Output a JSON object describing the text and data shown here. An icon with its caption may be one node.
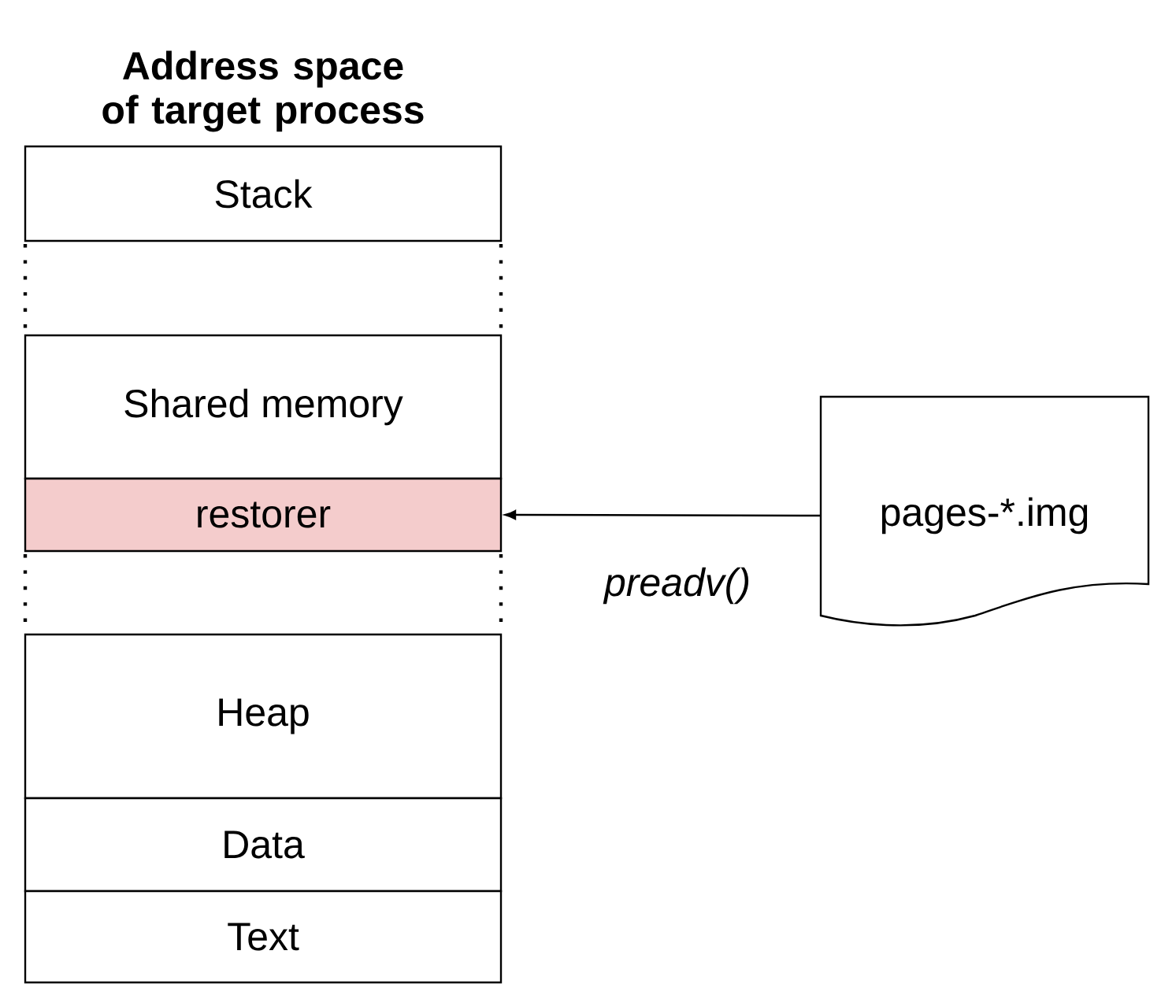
{
  "diagram": {
    "title": "Address space of target process",
    "nodes": [
      {
        "text": [
          "Stack"
        ]
      },
      {
        "text": [
          "Shared memory"
        ]
      },
      {
        "text": [
          "restorer"
        ]
      },
      {
        "text": [
          "Heap"
        ]
      },
      {
        "text": [
          "Data"
        ]
      },
      {
        "text": [
          "Text"
        ]
      },
      {
        "text": [
          "pages-*.img"
        ]
      }
    ],
    "edges": [
      {
        "from": 6,
        "to": 2,
        "arrow": "to",
        "label": "preadv()"
      }
    ]
  }
}
